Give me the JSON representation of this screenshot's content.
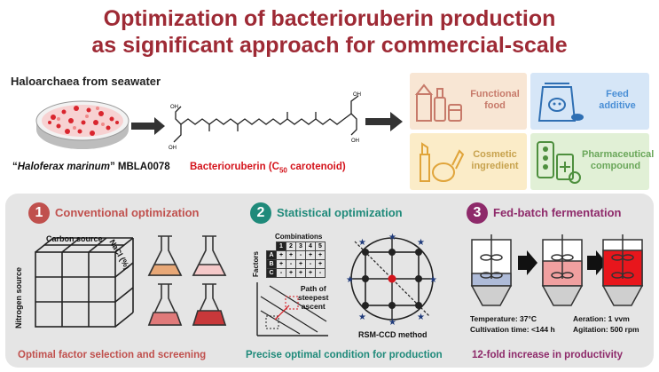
{
  "title": {
    "line1": "Optimization of bacterioruberin production",
    "line2": "as significant approach for commercial-scale"
  },
  "source": {
    "heading": "Haloarchaea from seawater",
    "organism_quote_open": "“",
    "organism_italic": "Haloferax marinum",
    "organism_rest": "” MBLA0078",
    "product_prefix": "Bacterioruberin (C",
    "product_sub": "50",
    "product_suffix": " carotenoid)"
  },
  "applications": [
    {
      "label_line1": "Functional",
      "label_line2": "food",
      "color": "#f8e6d4",
      "text_color": "#c77a6a",
      "icon": "food-products-icon"
    },
    {
      "label_line1": "Feed",
      "label_line2": "additive",
      "color": "#d6e6f7",
      "text_color": "#4a8fd6",
      "icon": "feed-bag-icon"
    },
    {
      "label_line1": "Cosmetic",
      "label_line2": "ingredient",
      "color": "#fbecc8",
      "text_color": "#c7a24d",
      "icon": "cosmetics-icon"
    },
    {
      "label_line1": "Pharmaceutical",
      "label_line2": "compound",
      "color": "#e1f0d6",
      "text_color": "#6aa75a",
      "icon": "pills-icon"
    }
  ],
  "steps": [
    {
      "number": "1",
      "title": "Conventional optimization",
      "color": "#c0504d",
      "footer": "Optimal factor selection and screening",
      "labels": {
        "carbon": "Carbon source",
        "nacl": "NaCl (%)",
        "nitrogen": "Nitrogen source"
      }
    },
    {
      "number": "2",
      "title": "Statistical optimization",
      "color": "#1f8a7a",
      "footer": "Precise optimal condition for production",
      "labels": {
        "combinations": "Combinations",
        "factors": "Factors",
        "path1": "Path of",
        "path2": "steepest",
        "path3": "ascent",
        "rsm": "RSM-CCD method"
      },
      "table": {
        "header": [
          "1",
          "2",
          "3",
          "4",
          "5"
        ],
        "rows": [
          {
            "factor": "A",
            "cells": [
              "+",
              "+",
              "-",
              "+",
              "+"
            ]
          },
          {
            "factor": "B",
            "cells": [
              "+",
              "-",
              "+",
              "-",
              "+"
            ]
          },
          {
            "factor": "C",
            "cells": [
              "-",
              "+",
              "+",
              "+",
              "-"
            ]
          }
        ]
      }
    },
    {
      "number": "3",
      "title": "Fed-batch fermentation",
      "color": "#8e2a6a",
      "footer": "12-fold increase in productivity",
      "conditions": {
        "temperature": "Temperature: 37°C",
        "cultivation": "Cultivation time: <144 h",
        "aeration": "Aeration: 1 vvm",
        "agitation": "Agitation: 500 rpm"
      }
    }
  ],
  "colors": {
    "title": "#9e2a35",
    "bacterioruberin": "#d4141c",
    "panel": "#e5e5e5"
  }
}
